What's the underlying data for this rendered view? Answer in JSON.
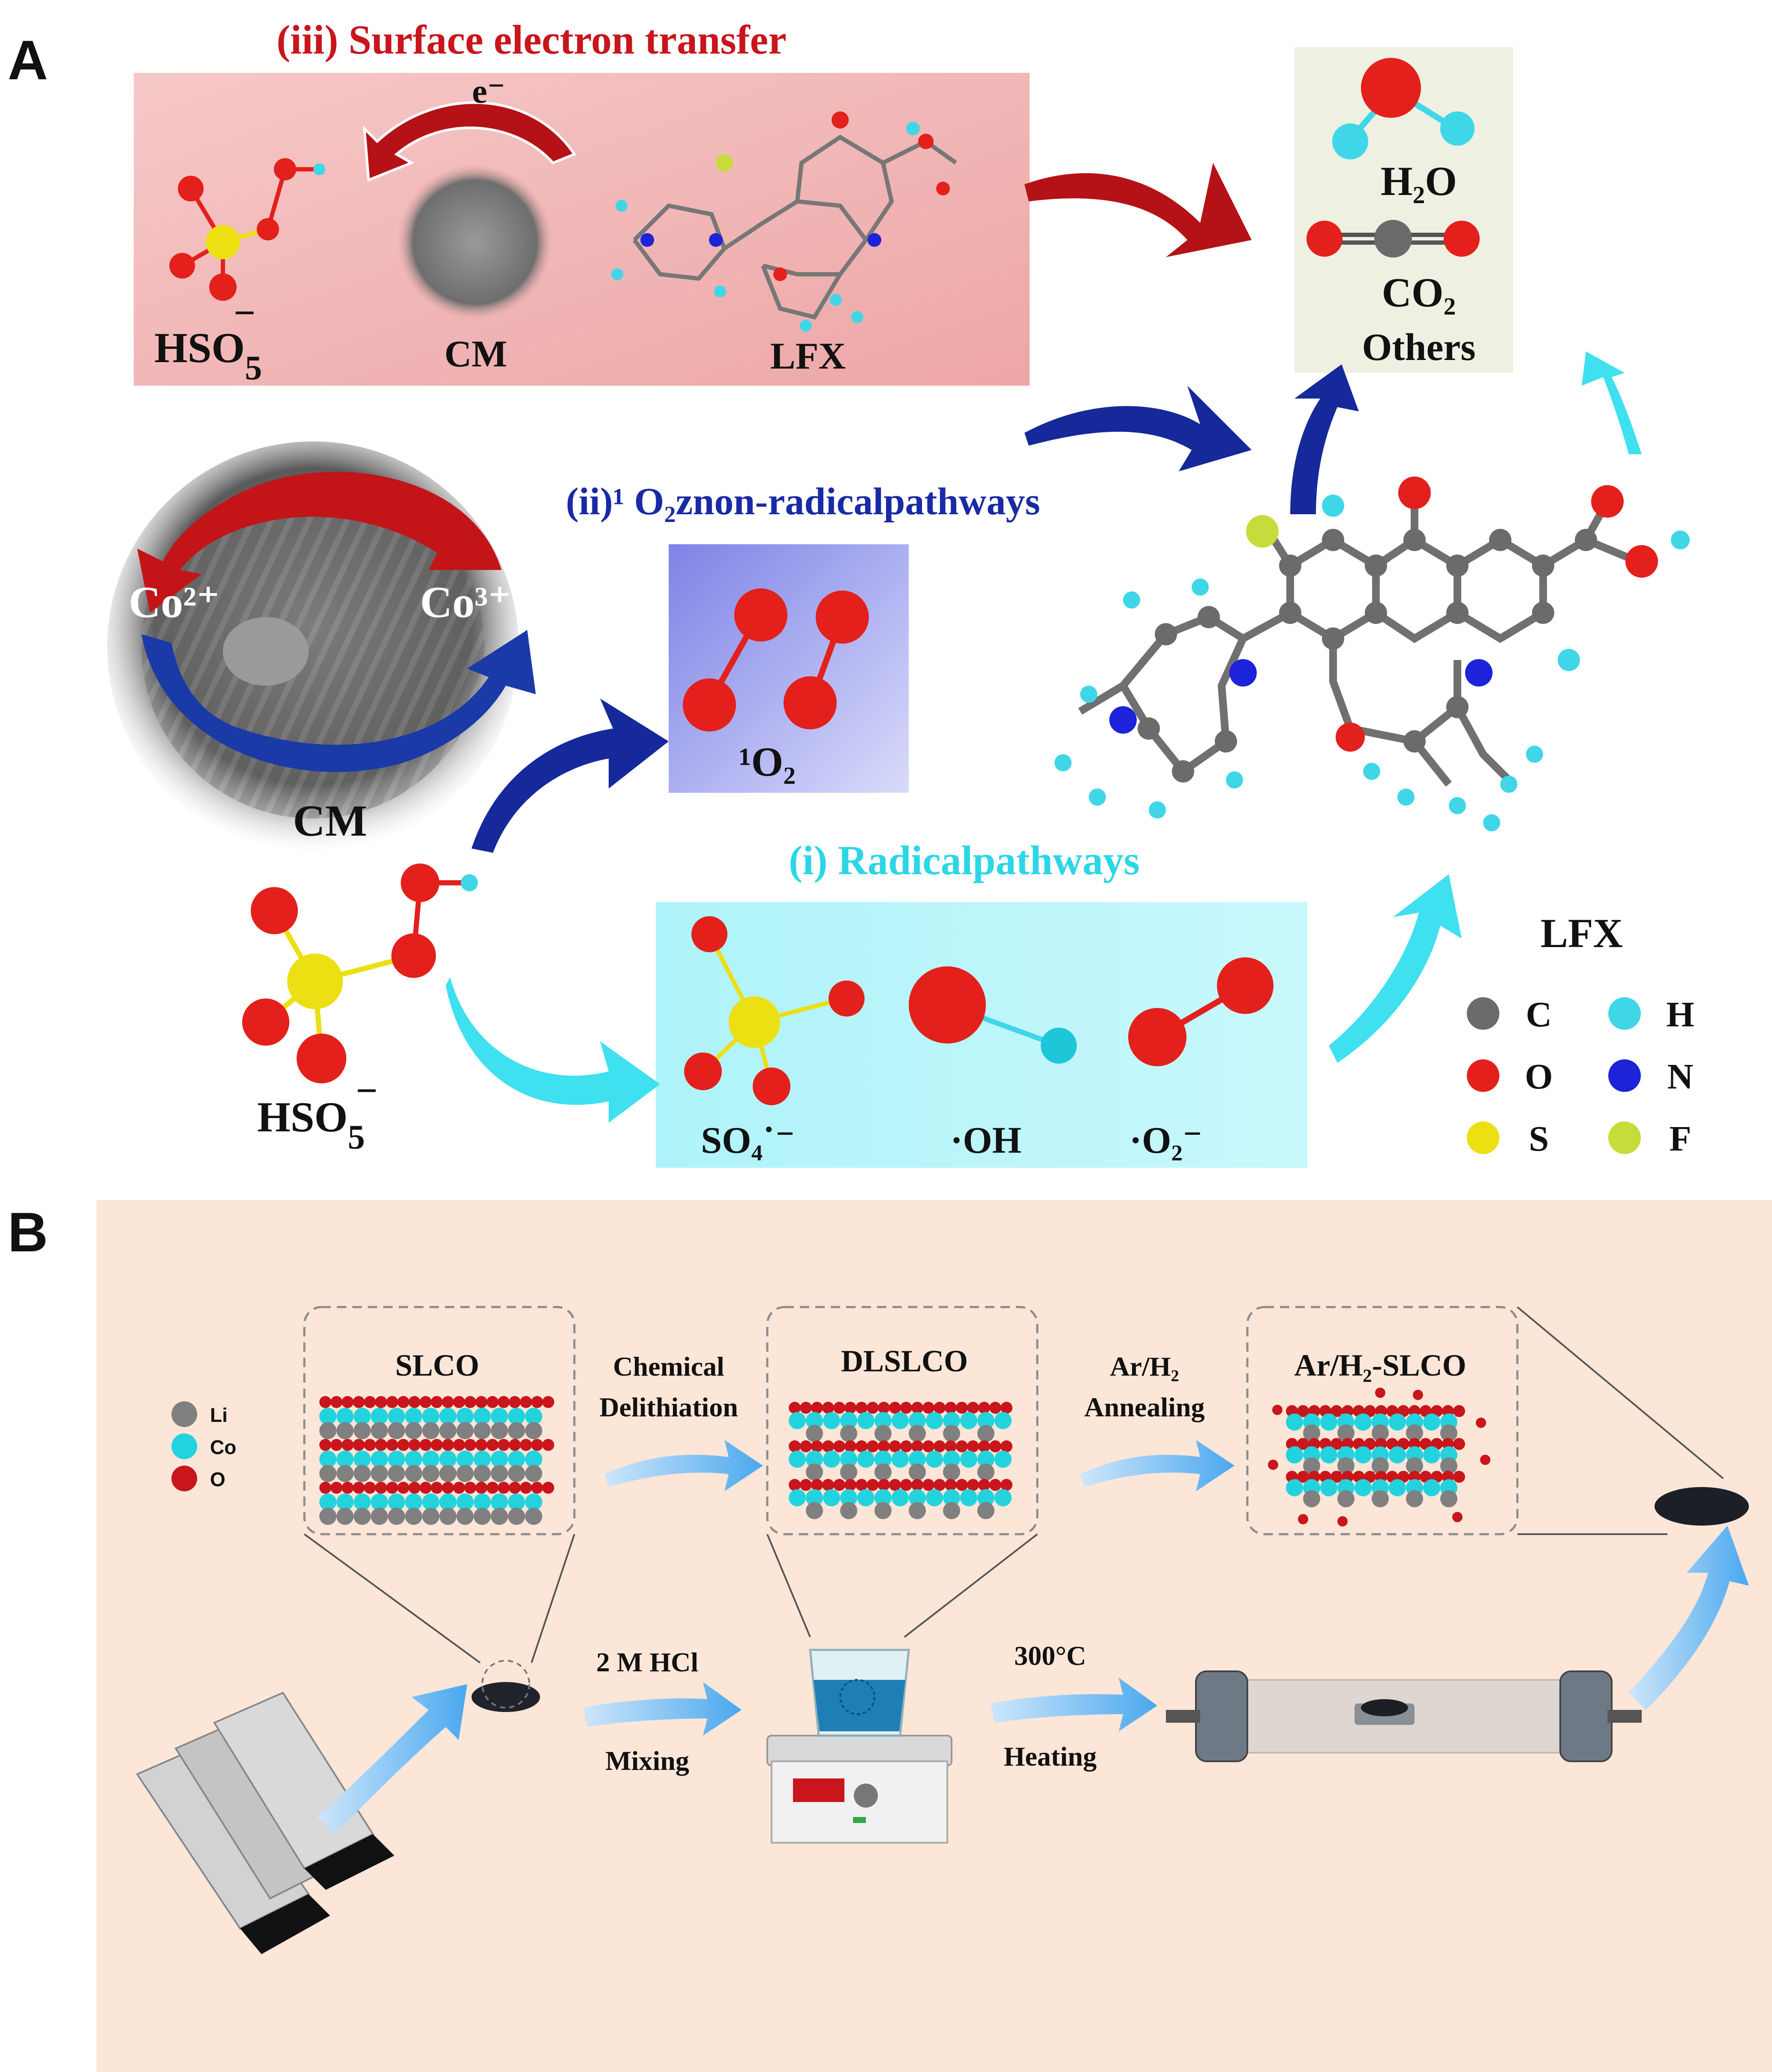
{
  "panel_labels": {
    "a": "A",
    "b": "B"
  },
  "panel_a": {
    "surface": {
      "title": "(iii) Surface electron transfer",
      "electron": "e⁻",
      "hso5_main": "HSO",
      "hso5_sub": "5",
      "hso5_sup": "−",
      "cm": "CM",
      "lfx": "LFX"
    },
    "products": {
      "h2o": "H₂O",
      "co2": "CO₂",
      "others": "Others"
    },
    "cycle": {
      "co2plus": "Co²⁺",
      "co3plus": "Co³⁺",
      "cm": "CM"
    },
    "nonradical": {
      "title": "(ii)¹ O₂znon-radicalpathways",
      "singlet": "¹O₂"
    },
    "radical": {
      "title": "(i) Radicalpathways",
      "so4": "SO₄˙⁻",
      "oh": "·OH",
      "o2": "·O₂⁻"
    },
    "hso5_bottom": {
      "main": "HSO",
      "sub": "5",
      "sup": "−"
    },
    "legend": {
      "title": "LFX",
      "items": [
        {
          "label": "C",
          "color": "#6b6b6b"
        },
        {
          "label": "H",
          "color": "#3fd7e8"
        },
        {
          "label": "O",
          "color": "#e3201b"
        },
        {
          "label": "N",
          "color": "#1c23d8"
        },
        {
          "label": "S",
          "color": "#ecdf12"
        },
        {
          "label": "F",
          "color": "#c7dc3a"
        }
      ]
    }
  },
  "panel_b": {
    "legend": [
      {
        "label": "Li",
        "color": "#808080"
      },
      {
        "label": "Co",
        "color": "#22d3de"
      },
      {
        "label": "O",
        "color": "#c8161c"
      }
    ],
    "slco": "SLCO",
    "dlslco": "DLSLCO",
    "arh2slco": "Ar/H₂-SLCO",
    "step1_line1": "Chemical",
    "step1_line2": "Delithiation",
    "step2_line1": "Ar/H₂",
    "step2_line2": "Annealing",
    "hcl": "2 M HCl",
    "mixing": "Mixing",
    "temp": "300°C",
    "heating": "Heating"
  },
  "colors": {
    "panel_b_bg": "#fbe6d8",
    "surface_bg": "#f2b3b3",
    "products_bg": "#eef0e2",
    "radical_bg": "#b8f6fb",
    "nonradical_bg": "#9c9ff0",
    "red_title": "#c8161c",
    "blue_title": "#1a2aa5",
    "cyan_title": "#2dd6e6"
  }
}
